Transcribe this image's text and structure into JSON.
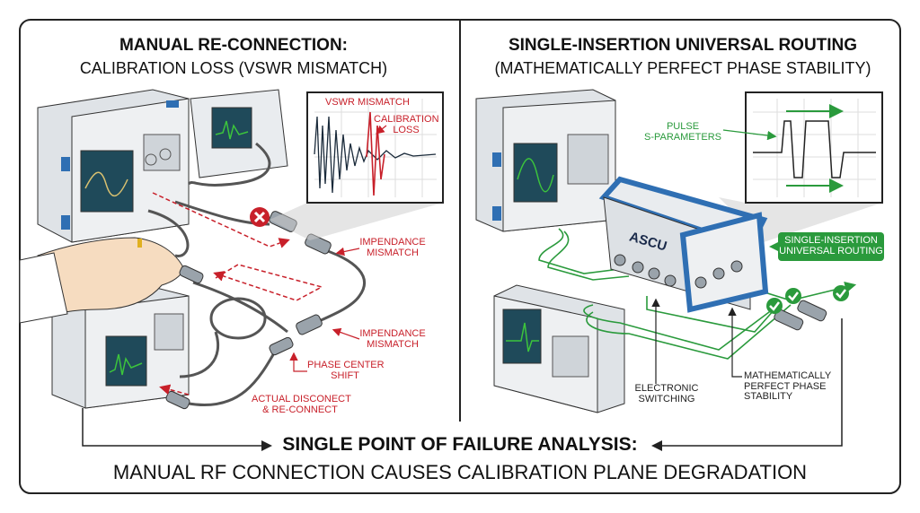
{
  "left_panel": {
    "title": "MANUAL RE-CONNECTION:",
    "subtitle": "CALIBRATION LOSS (VSWR MISMATCH)",
    "inset_labels": {
      "vswr": "VSWR MISMATCH",
      "cal_1": "CALIBRATION",
      "cal_2": "LOSS"
    },
    "callouts": {
      "imp1_1": "IMPENDANCE",
      "imp1_2": "MISMATCH",
      "imp2_1": "IMPENDANCE",
      "imp2_2": "MISMATCH",
      "phase_1": "PHASE CENTER",
      "phase_2": "SHIFT",
      "actual_1": "ACTUAL DISCONECT",
      "actual_2": "& RE-CONNECT"
    }
  },
  "right_panel": {
    "title": "SINGLE-INSERTION UNIVERSAL ROUTING",
    "subtitle": "(MATHEMATICALLY PERFECT PHASE STABILITY)",
    "device_label": "ASCU",
    "callouts": {
      "pulse_1": "PULSE",
      "pulse_2": "S-PARAMETERS",
      "badge_1": "SINGLE-INSERTION",
      "badge_2": "UNIVERSAL ROUTING",
      "switch_1": "ELECTRONIC",
      "switch_2": "SWITCHING",
      "math_1": "MATHEMATICALLY",
      "math_2": "PERFECT PHASE",
      "math_3": "STABILITY"
    }
  },
  "footer": {
    "title": "SINGLE POINT OF FAILURE ANALYSIS:",
    "subtitle": "MANUAL RF CONNECTION CAUSES CALIBRATION PLANE DEGRADATION"
  },
  "colors": {
    "red": "#c8202a",
    "green": "#2a9a3c",
    "blue": "#2f6fb3",
    "frame": "#222222"
  }
}
